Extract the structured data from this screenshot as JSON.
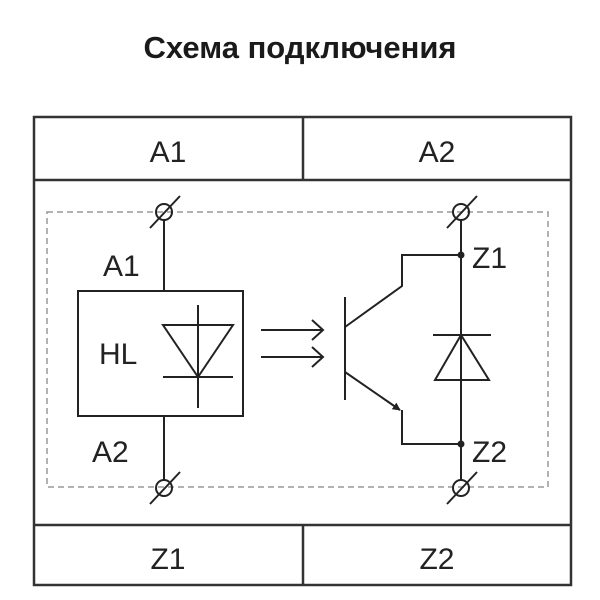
{
  "title": "Схема подключения",
  "header_row": [
    "A1",
    "A2"
  ],
  "footer_row": [
    "Z1",
    "Z2"
  ],
  "diagram": {
    "led_label": "HL",
    "input_terminals": [
      "A1",
      "A2"
    ],
    "output_terminals": [
      "Z1",
      "Z2"
    ]
  }
}
